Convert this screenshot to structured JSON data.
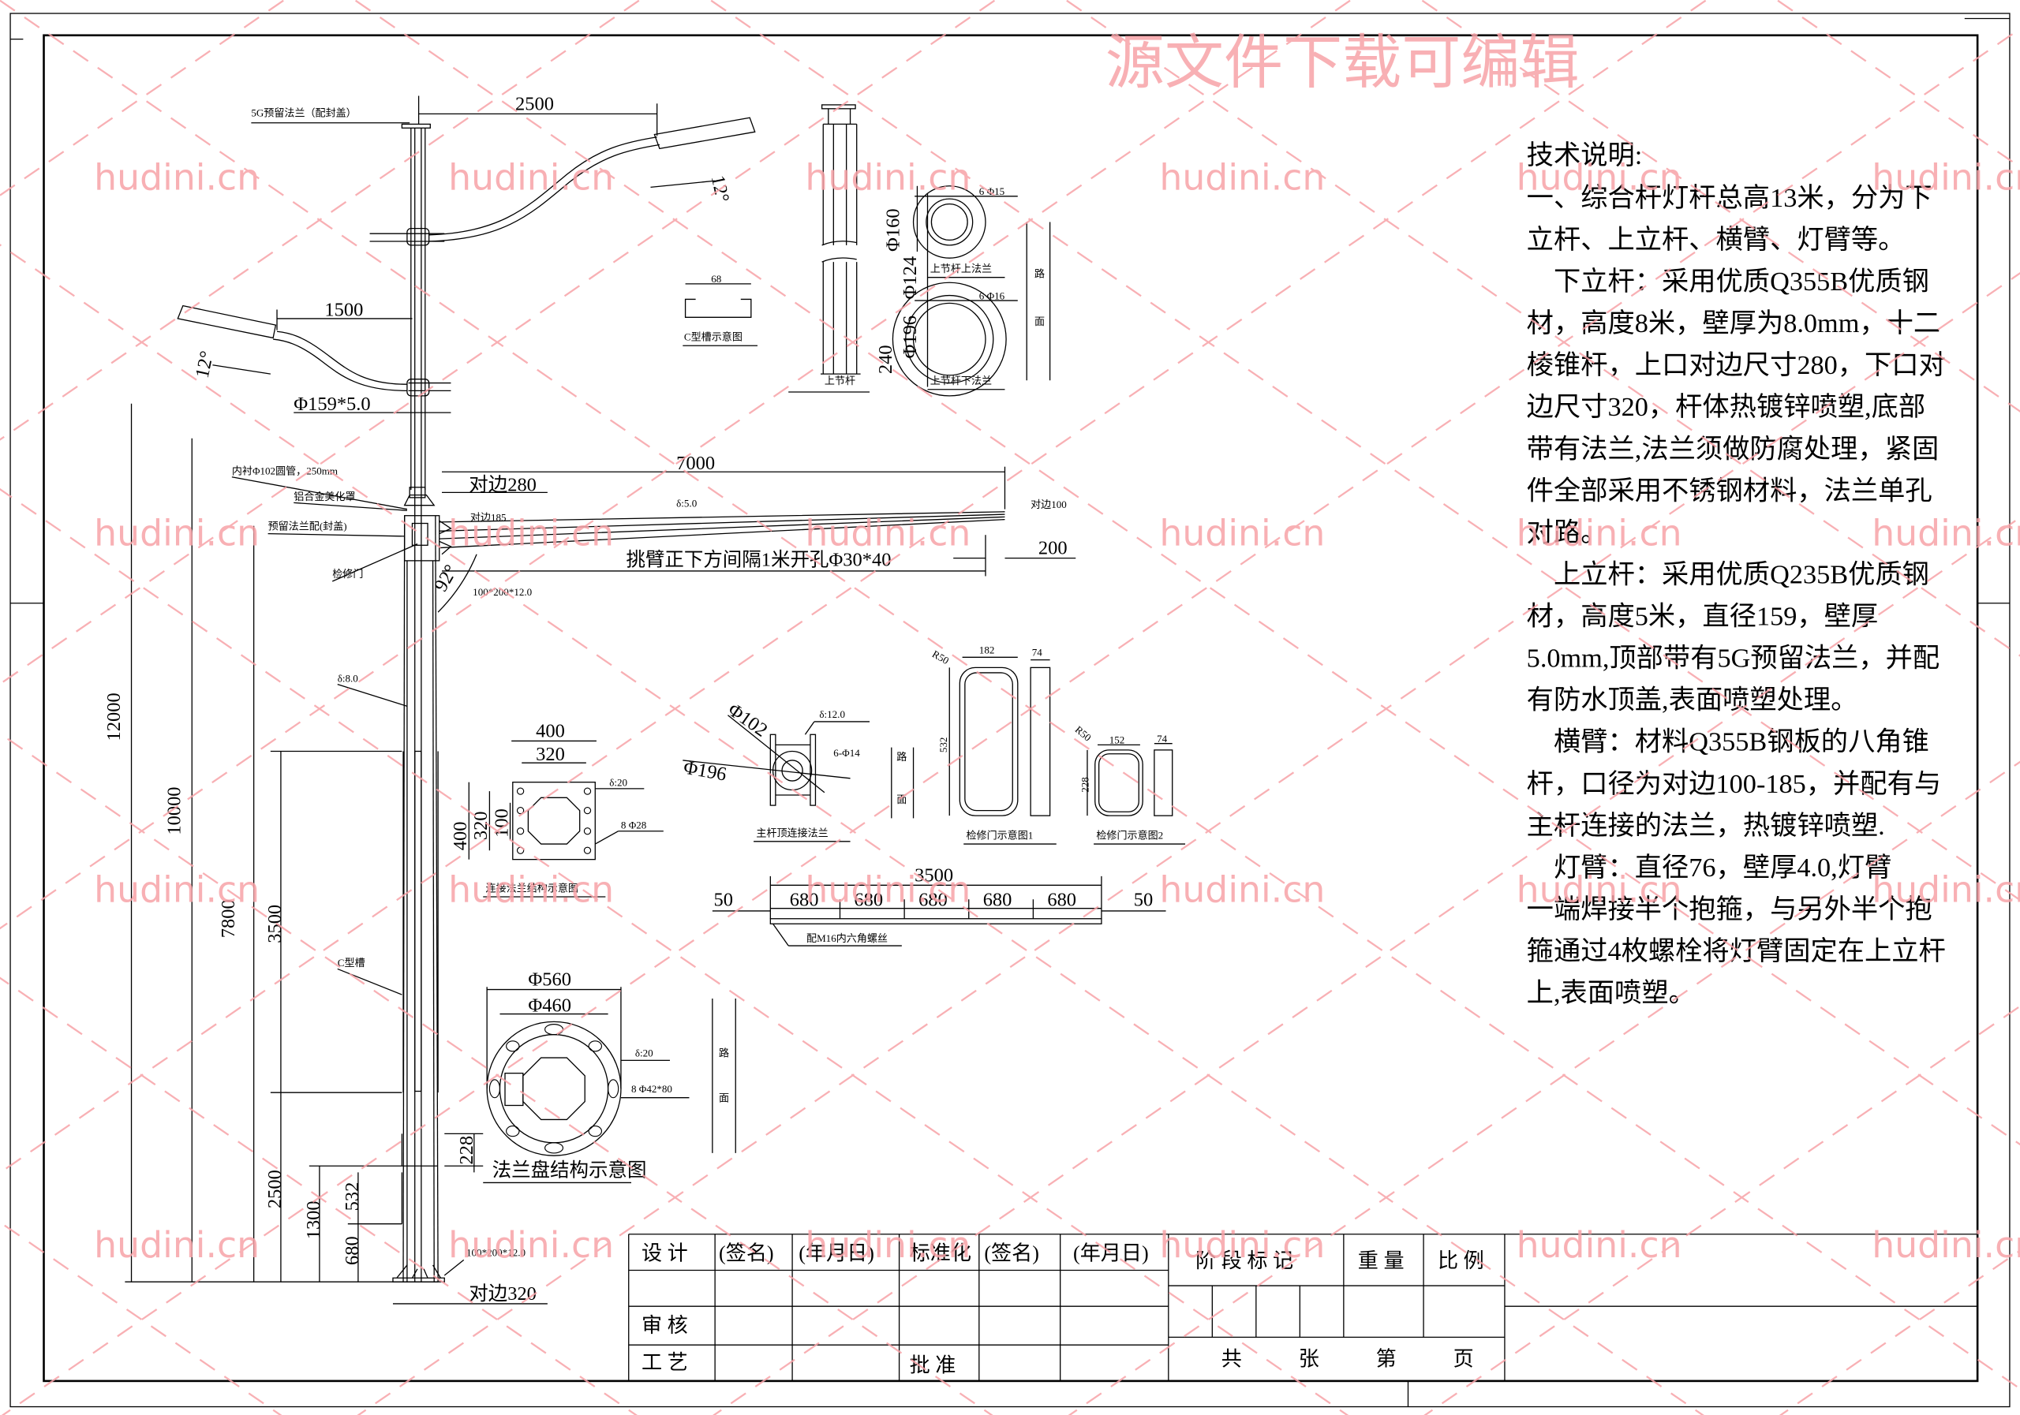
{
  "watermark": {
    "title": "源文件下载可编辑",
    "site": "hudini.cn",
    "color": "#f7a3a8"
  },
  "pole": {
    "top_flange_label": "5G预留法兰（配封盖）",
    "upper_arm_length": "2500",
    "upper_arm_angle": "12°",
    "lower_arm_length": "1500",
    "lower_arm_angle": "12°",
    "upper_pole_size": "Φ159*5.0",
    "liner_label": "内衬Φ102圆管，250mm",
    "cover_label": "铝合金美化罩",
    "reserved_flange_label": "预留法兰配(封盖)",
    "door_label": "检修门",
    "wall_label": "δ:8.0",
    "c_groove_label": "C型槽",
    "top_across": "对边280",
    "bottom_across": "对边320",
    "base_plate": "100*200*12.0",
    "heights": [
      "12000",
      "10000",
      "7800",
      "3500",
      "2500",
      "1300",
      "532",
      "680",
      "228"
    ]
  },
  "cross_arm": {
    "length": "7000",
    "wall": "δ:5.0",
    "root_across": "对边185",
    "tip_across": "对边100",
    "tip_offset": "200",
    "hole_note": "挑臂正下方间隔1米开孔Φ30*40",
    "angle": "92°",
    "plate": "100*200*12.0"
  },
  "c_channel": {
    "width": "68",
    "title": "C型槽示意图"
  },
  "upper_section": {
    "title": "上节杆",
    "top_flange": {
      "title": "上节杆上法兰",
      "holes": "6  Φ15",
      "outer": "Φ160",
      "inner": "Φ124"
    },
    "bottom_flange": {
      "title": "上节杆下法兰",
      "holes": "6  Φ16",
      "outer": "240",
      "inner": "Φ196"
    },
    "road": [
      "路",
      "面"
    ]
  },
  "top_connect_flange": {
    "title": "主杆顶连接法兰",
    "inner": "Φ102",
    "outer": "Φ196",
    "thickness": "δ:12.0",
    "holes": "6-Φ14",
    "road": [
      "路",
      "面"
    ]
  },
  "door1": {
    "title": "检修门示意图1",
    "width": "182",
    "depth": "74",
    "radius": "R50",
    "height": "532"
  },
  "door2": {
    "title": "检修门示意图2",
    "width": "152",
    "depth": "74",
    "radius": "R50",
    "height": "228"
  },
  "connect_flange": {
    "title": "连接法兰结构示意图",
    "outer": "400",
    "inner": "320",
    "v_outer": "400",
    "v_inner": "320",
    "v_gap": "100",
    "thickness": "δ:20",
    "holes": "8  Φ28"
  },
  "bolt_bar": {
    "total": "3500",
    "spacings": [
      "680",
      "680",
      "680",
      "680",
      "680"
    ],
    "margin_left": "50",
    "margin_right": "50",
    "note": "配M16内六角螺丝"
  },
  "base_flange": {
    "title": "法兰盘结构示意图",
    "outer": "Φ560",
    "inner": "Φ460",
    "thickness": "δ:20",
    "holes": "8  Φ42*80",
    "road": [
      "路",
      "面"
    ]
  },
  "notes": {
    "title": "技术说明:",
    "lines": [
      "一、综合杆灯杆总高13米，分为下",
      "立杆、上立杆、横臂、灯臂等。",
      "    下立杆：采用优质Q355B优质钢",
      "材，高度8米，壁厚为8.0mm，十二",
      "棱锥杆，上口对边尺寸280，下口对",
      "边尺寸320，杆体热镀锌喷塑,底部",
      "带有法兰,法兰须做防腐处理，紧固",
      "件全部采用不锈钢材料，法兰单孔",
      "对路。",
      "    上立杆：采用优质Q235B优质钢",
      "材，高度5米，直径159，壁厚",
      "5.0mm,顶部带有5G预留法兰，并配",
      "有防水顶盖,表面喷塑处理。",
      "    横臂：材料Q355B钢板的八角锥",
      "杆，口径为对边100-185，并配有与",
      "主杆连接的法兰，热镀锌喷塑.",
      "    灯臂：直径76，壁厚4.0,灯臂",
      "一端焊接半个抱箍，与另外半个抱",
      "箍通过4枚螺栓将灯臂固定在上立杆",
      "上,表面喷塑。"
    ]
  },
  "title_block": {
    "row1": [
      "设  计",
      "(签名)",
      "(年月日)",
      "标准化",
      "(签名)",
      "(年月日)"
    ],
    "row3": [
      "审  核"
    ],
    "row4": [
      "工  艺",
      "批  准"
    ],
    "right_header": [
      "阶 段 标 记",
      "重  量",
      "比  例"
    ],
    "right_footer": [
      "共",
      "张",
      "第",
      "页"
    ]
  }
}
